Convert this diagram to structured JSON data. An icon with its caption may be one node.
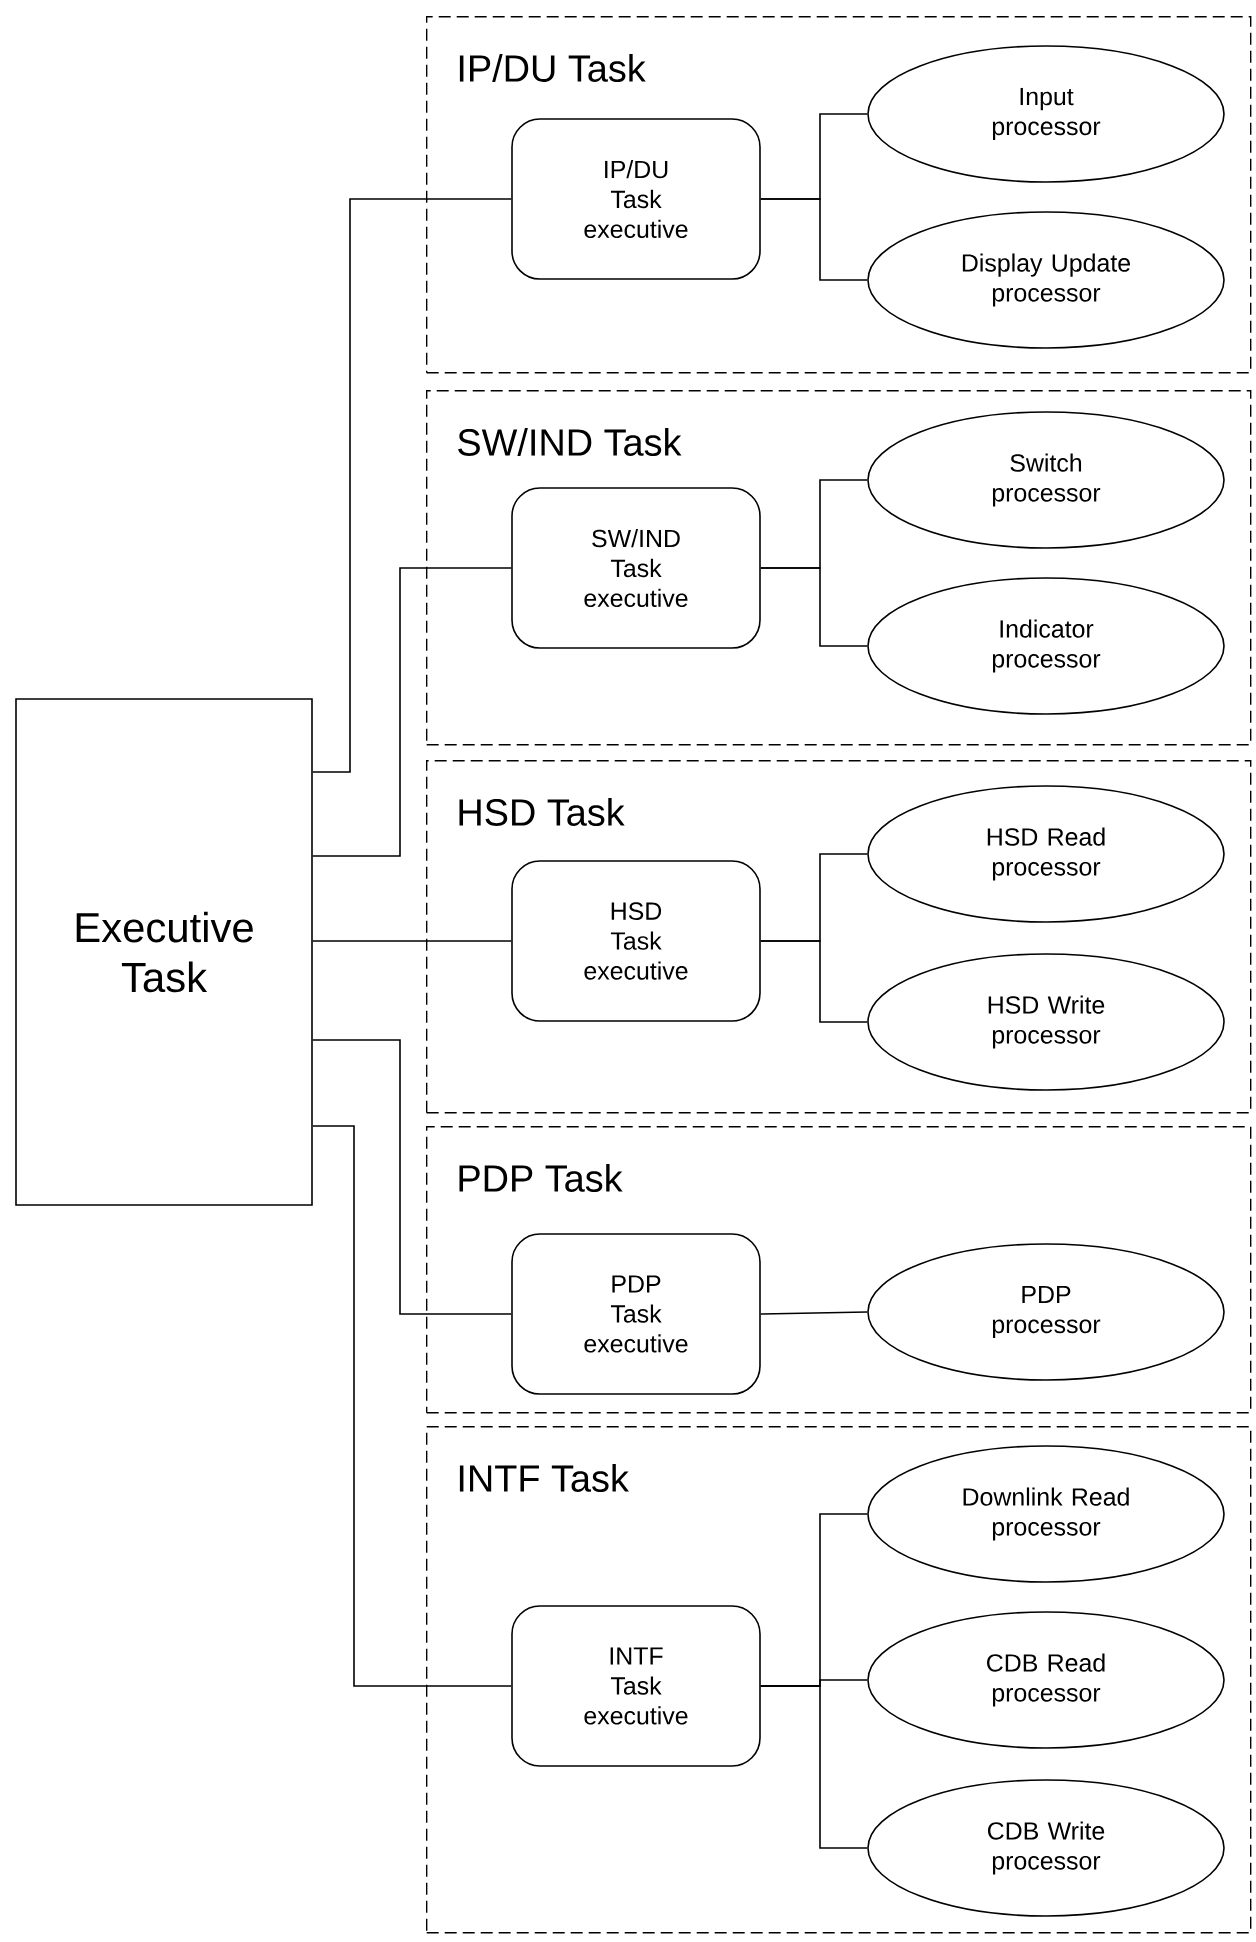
{
  "diagram": {
    "nodes": [
      {
        "text": [
          "Executive Task"
        ]
      },
      {
        "text": [
          "IP/DU Task"
        ]
      },
      {
        "text": [
          "IP/DU Task executive"
        ],
        "in": 1
      },
      {
        "text": [
          "Input processor"
        ],
        "in": 1
      },
      {
        "text": [
          "Display Update processor"
        ],
        "in": 1
      },
      {
        "text": [
          "SW/IND Task"
        ]
      },
      {
        "text": [
          "SW/IND Task executive"
        ],
        "in": 5
      },
      {
        "text": [
          "Switch processor"
        ],
        "in": 5
      },
      {
        "text": [
          "Indicator processor"
        ],
        "in": 5
      },
      {
        "text": [
          "HSD Task"
        ]
      },
      {
        "text": [
          "HSD Task executive"
        ],
        "in": 9
      },
      {
        "text": [
          "HSD Read processor"
        ],
        "in": 9
      },
      {
        "text": [
          "HSD Write processor"
        ],
        "in": 9
      },
      {
        "text": [
          "PDP Task"
        ]
      },
      {
        "text": [
          "PDP Task executive"
        ],
        "in": 13
      },
      {
        "text": [
          "PDP processor"
        ],
        "in": 13
      },
      {
        "text": [
          "INTF Task"
        ]
      },
      {
        "text": [
          "INTF Task executive"
        ],
        "in": 16
      },
      {
        "text": [
          "Downlink Read processor"
        ],
        "in": 16
      },
      {
        "text": [
          "CDB Read processor"
        ],
        "in": 16
      },
      {
        "text": [
          "CDB Write processor"
        ],
        "in": 16
      }
    ],
    "edges": [
      {
        "from": 0,
        "to": 2,
        "arrow": "none"
      },
      {
        "from": 0,
        "to": 6,
        "arrow": "none"
      },
      {
        "from": 0,
        "to": 10,
        "arrow": "none"
      },
      {
        "from": 0,
        "to": 14,
        "arrow": "none"
      },
      {
        "from": 0,
        "to": 17,
        "arrow": "none"
      },
      {
        "from": 2,
        "to": 3,
        "arrow": "none"
      },
      {
        "from": 2,
        "to": 4,
        "arrow": "none"
      },
      {
        "from": 6,
        "to": 7,
        "arrow": "none"
      },
      {
        "from": 6,
        "to": 8,
        "arrow": "none"
      },
      {
        "from": 10,
        "to": 11,
        "arrow": "none"
      },
      {
        "from": 10,
        "to": 12,
        "arrow": "none"
      },
      {
        "from": 14,
        "to": 15,
        "arrow": "none"
      },
      {
        "from": 17,
        "to": 18,
        "arrow": "none"
      },
      {
        "from": 17,
        "to": 19,
        "arrow": "none"
      },
      {
        "from": 17,
        "to": 20,
        "arrow": "none"
      }
    ]
  }
}
